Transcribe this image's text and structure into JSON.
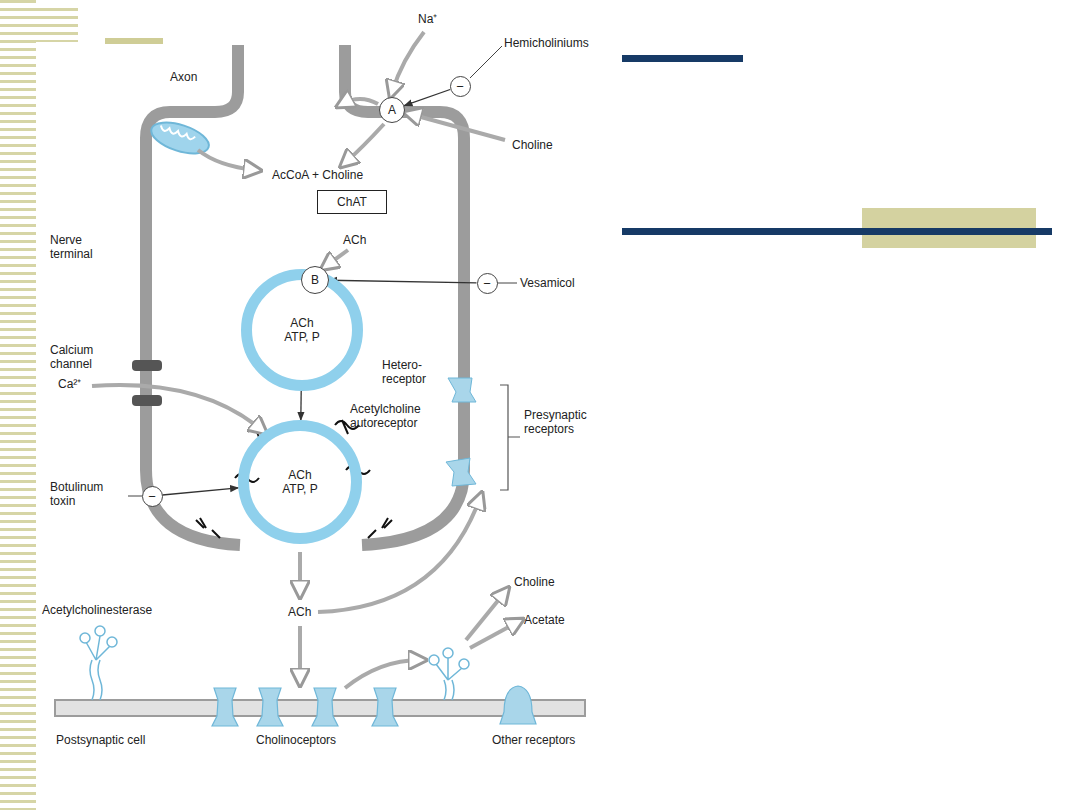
{
  "diagram": {
    "nodes": [
      {
        "text": [
          "A"
        ]
      },
      {
        "text": [
          "ChAT"
        ]
      },
      {
        "text": [
          "B"
        ]
      },
      {
        "text": [
          "ACh ATP, P"
        ]
      },
      {
        "text": [
          "ACh ATP, P"
        ]
      },
      {
        "text": [
          "−"
        ]
      },
      {
        "text": [
          "−"
        ]
      },
      {
        "text": [
          "−"
        ]
      }
    ],
    "edges": [
      {
        "from": 5,
        "to": 0,
        "arrow": "to"
      },
      {
        "from": 6,
        "to": 2,
        "arrow": "to"
      },
      {
        "from": 7,
        "to": 4,
        "arrow": "to"
      },
      {
        "from": 3,
        "to": 4,
        "arrow": "to"
      }
    ],
    "labels": [
      "Axon",
      "Na⁺",
      "Hemicholiniums",
      "Choline",
      "AcCoA + Choline",
      "ACh",
      "Vesamicol",
      "Nerve terminal",
      "Hetero- receptor",
      "Calcium channel",
      "Ca²⁺",
      "Acetylcholine autoreceptor",
      "Presynaptic receptors",
      "Botulinum toxin",
      "ACh",
      "Choline",
      "Acetate",
      "Acetylcholinesterase",
      "Postsynaptic cell",
      "Cholinoceptors",
      "Other receptors"
    ]
  }
}
